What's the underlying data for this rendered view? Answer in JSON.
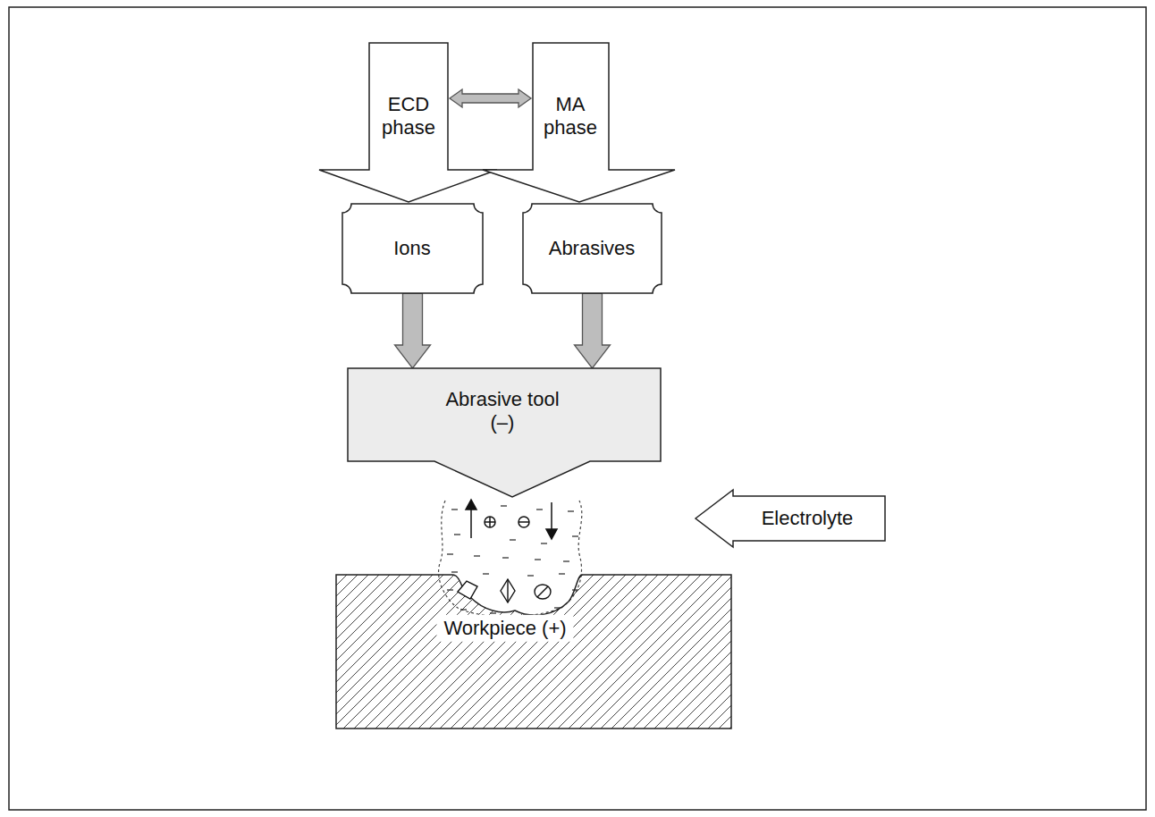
{
  "diagram": {
    "nodes": [
      {
        "text": [
          "ECD phase"
        ]
      },
      {
        "text": [
          "MA phase"
        ]
      },
      {
        "text": [
          "Ions"
        ]
      },
      {
        "text": [
          "Abrasives"
        ]
      },
      {
        "text": [
          "Abrasive tool (–)"
        ]
      },
      {
        "text": [
          "Electrolyte"
        ]
      },
      {
        "text": [
          "Workpiece (+)"
        ]
      }
    ],
    "edges": [
      {
        "from": 0,
        "to": 1,
        "arrow": "both"
      },
      {
        "from": 2,
        "to": 4,
        "arrow": "to"
      },
      {
        "from": 3,
        "to": 4,
        "arrow": "to"
      }
    ]
  }
}
